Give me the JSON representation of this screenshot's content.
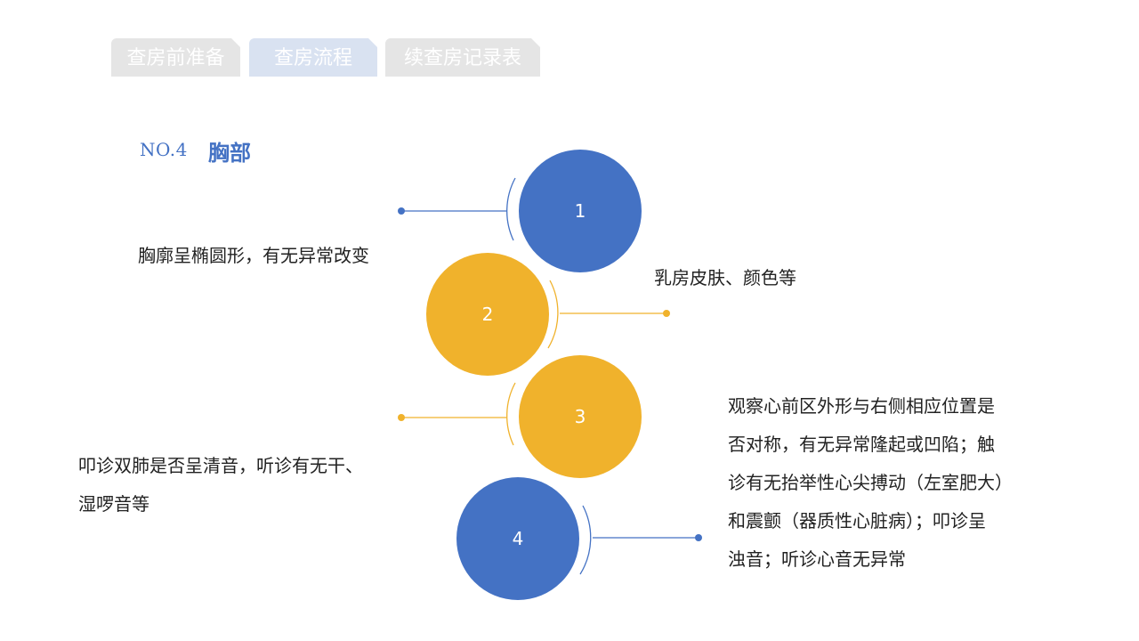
{
  "tabs": [
    {
      "label": "查房前准备",
      "active": false
    },
    {
      "label": "查房流程",
      "active": true
    },
    {
      "label": "续查房记录表",
      "active": false
    }
  ],
  "section": {
    "number": "NO.4",
    "title": "胸部"
  },
  "colors": {
    "blue": "#4472c4",
    "gold": "#f0b22c",
    "tab_inactive": "#e5e5e5",
    "tab_active": "#d9e2f1"
  },
  "steps": [
    {
      "number": "1",
      "color": "blue",
      "text": "胸廓呈椭圆形，有无异常改变"
    },
    {
      "number": "2",
      "color": "gold",
      "text": "乳房皮肤、颜色等"
    },
    {
      "number": "3",
      "color": "gold",
      "text_lines": [
        "叩诊双肺是否呈清音，听诊有无干、",
        "湿啰音等"
      ]
    },
    {
      "number": "4",
      "color": "blue",
      "text_lines": [
        "观察心前区外形与右侧相应位置是",
        "否对称，有无异常隆起或凹陷；触",
        "诊有无抬举性心尖搏动（左室肥大）",
        "和震颤（器质性心脏病）；叩诊呈",
        "浊音；听诊心音无异常"
      ]
    }
  ]
}
